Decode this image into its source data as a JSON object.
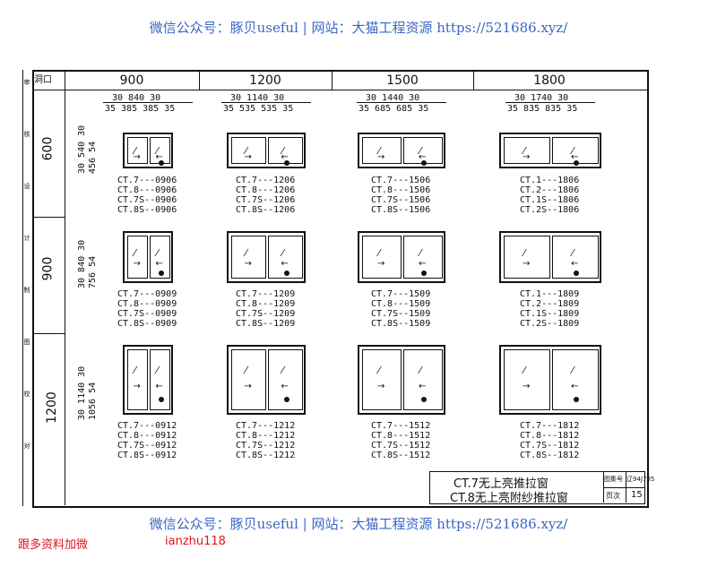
{
  "watermark": {
    "text": "微信公众号：豚贝useful | 网站：大猫工程资源 https://521686.xyz/"
  },
  "promo": {
    "left": "跟多资料加微",
    "right": "ianzhu118"
  },
  "header": {
    "corner_label": "洞口",
    "columns": [
      "900",
      "1200",
      "1500",
      "1800"
    ],
    "rows": [
      "600",
      "900",
      "1200"
    ]
  },
  "side_strip": [
    "审",
    "核",
    "设",
    "计",
    "制",
    "图",
    "校",
    "对"
  ],
  "dims": [
    {
      "top": "30  840 30",
      "bottom": "35 385  385 35"
    },
    {
      "top": "30  1140  30",
      "bottom": "35  535  535  35"
    },
    {
      "top": "30  1440 30",
      "bottom": "35  685  685  35"
    },
    {
      "top": "30  1740  30",
      "bottom": "35  835  835 35"
    }
  ],
  "row_dims": [
    {
      "outer": "30 540 30",
      "inner": "456 54"
    },
    {
      "outer": "30 840 30",
      "inner": "756 54"
    },
    {
      "outer": "30 1140 30",
      "inner": "1056 54"
    }
  ],
  "codes": [
    [
      "CT.7---0906\nCT.8---0906\nCT.7S--0906\nCT.8S--0906",
      "CT.7---1206\nCT.8---1206\nCT.7S--1206\nCT.8S--1206",
      "CT.7---1506\nCT.8---1506\nCT.7S--1506\nCT.8S--1506",
      "CT.1---1806\nCT.2---1806\nCT.1S--1806\nCT.2S--1806"
    ],
    [
      "CT.7---0909\nCT.8---0909\nCT.7S--0909\nCT.8S--0909",
      "CT.7---1209\nCT.8---1209\nCT.7S--1209\nCT.8S--1209",
      "CT.7---1509\nCT.8---1509\nCT.7S--1509\nCT.8S--1509",
      "CT.1---1809\nCT.2---1809\nCT.1S--1809\nCT.2S--1809"
    ],
    [
      "CT.7---0912\nCT.8---0912\nCT.7S--0912\nCT.8S--0912",
      "CT.7---1212\nCT.8---1212\nCT.7S--1212\nCT.8S--1212",
      "CT.7---1512\nCT.8---1512\nCT.7S--1512\nCT.8S--1512",
      "CT.7---1812\nCT.8---1812\nCT.7S--1812\nCT.8S--1812"
    ]
  ],
  "title_block": {
    "line1": "CT.7无上亮推拉窗",
    "line2": "CT.8无上亮附纱推拉窗",
    "atlas_label": "图集号",
    "atlas_value": "辽94J705",
    "page_label": "页次",
    "page_value": "15"
  }
}
